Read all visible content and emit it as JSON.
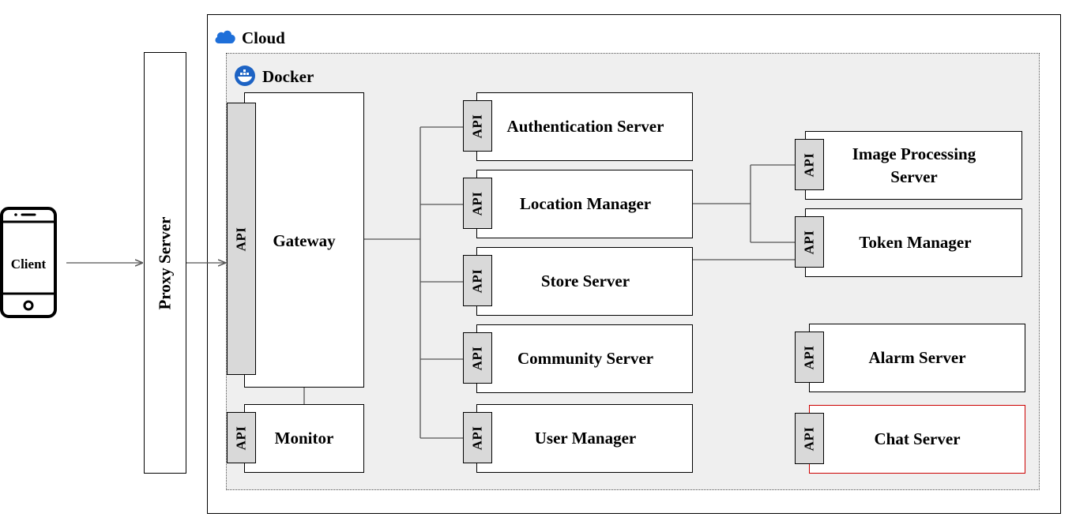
{
  "client": {
    "label": "Client",
    "icon": "smartphone-icon"
  },
  "proxy": {
    "label": "Proxy Server"
  },
  "cloud": {
    "title": "Cloud",
    "icon": "cloud-icon",
    "icon_color": "#1e6fd9"
  },
  "docker": {
    "title": "Docker",
    "icon": "docker-icon",
    "icon_color": "#1d63c4"
  },
  "api_label": "API",
  "gateway": {
    "label": "Gateway"
  },
  "monitor": {
    "label": "Monitor"
  },
  "services": {
    "authentication": "Authentication Server",
    "location": "Location Manager",
    "store": "Store Server",
    "community": "Community Server",
    "user": "User Manager",
    "image_processing": "Image Processing Server",
    "token": "Token Manager",
    "alarm": "Alarm Server",
    "chat": "Chat Server"
  },
  "colors": {
    "highlight_border": "#cc0000",
    "api_fill": "#d9d9d9",
    "docker_fill": "#efefef"
  }
}
